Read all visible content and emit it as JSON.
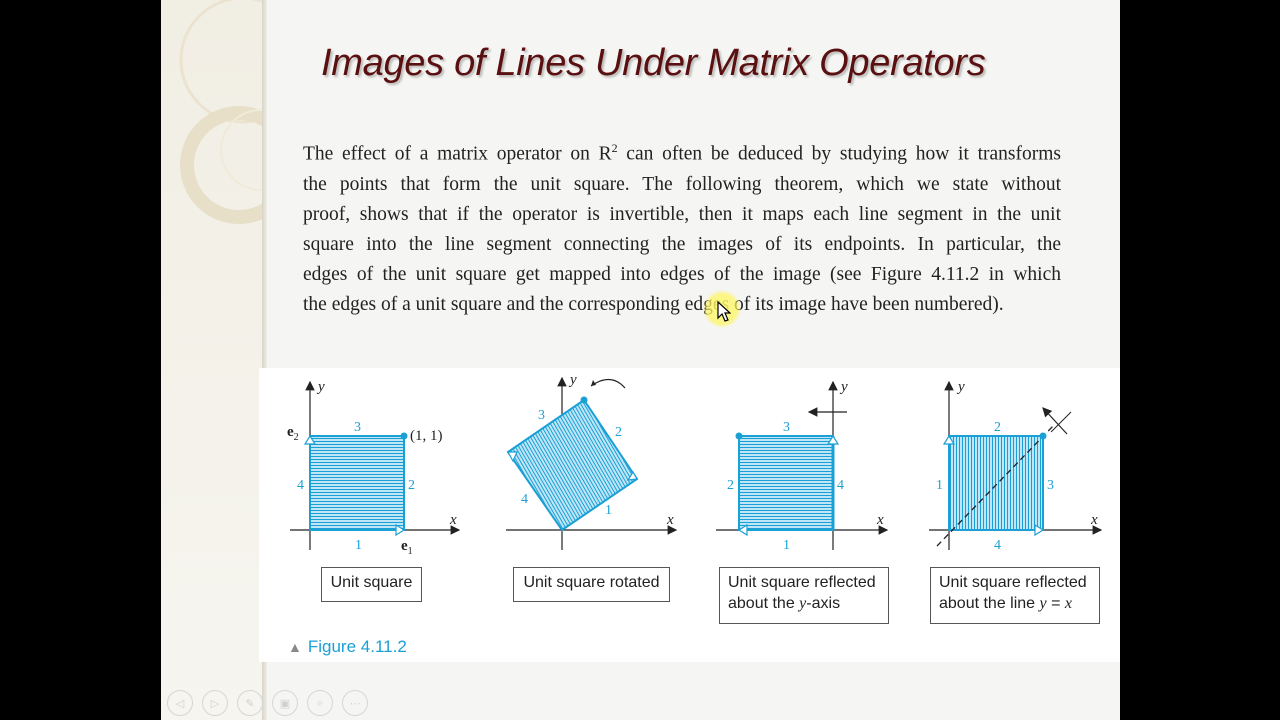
{
  "slide": {
    "title": "Images of Lines Under Matrix Operators",
    "body_lines": [
      "The effect of a matrix operator on R",
      "the points that form the unit square.  The following theorem, which we state without",
      "proof, shows that if the operator is invertible, then it maps each line segment in the unit",
      "square into the line segment connecting the images of its endpoints.  In particular, the",
      "edges of the unit square get mapped into edges of the image (see Figure 4.11.2 in which",
      "the edges of a unit square and the corresponding edges of its image have been numbered)."
    ],
    "body_line1_sup": "2",
    "body_line1_rest": " can often be deduced by studying how it transforms"
  },
  "figure": {
    "caption": "Figure 4.11.2",
    "panels": [
      {
        "label_line1": "Unit square",
        "axis_x": "x",
        "axis_y": "y",
        "e1": "e",
        "e1_sub": "1",
        "e2": "e",
        "e2_sub": "2",
        "point": "(1, 1)",
        "edges": [
          "1",
          "2",
          "3",
          "4"
        ]
      },
      {
        "label_line1": "Unit square rotated",
        "axis_x": "x",
        "axis_y": "y",
        "edges": [
          "1",
          "2",
          "3",
          "4"
        ]
      },
      {
        "label_line1": "Unit square reflected",
        "label_line2_pre": "about the ",
        "label_line2_var": "y",
        "label_line2_post": "-axis",
        "axis_x": "x",
        "axis_y": "y",
        "edges": [
          "1",
          "2",
          "3",
          "4"
        ]
      },
      {
        "label_line1": "Unit square reflected",
        "label_line2_pre": "about the line ",
        "label_line2_var": "y",
        "label_line2_eq": " = ",
        "label_line2_var2": "x",
        "axis_x": "x",
        "axis_y": "y",
        "edges": [
          "1",
          "2",
          "3",
          "4"
        ]
      }
    ]
  },
  "nav": {
    "buttons": [
      "back-icon",
      "forward-icon",
      "pen-icon",
      "slides-icon",
      "zoom-icon",
      "more-icon"
    ],
    "glyphs": [
      "◁",
      "▷",
      "✎",
      "▣",
      "⌕",
      "⋯"
    ]
  },
  "colors": {
    "title": "#5a1010",
    "figure_blue": "#1ba0d6",
    "fill_blue": "#9fd6ee"
  }
}
